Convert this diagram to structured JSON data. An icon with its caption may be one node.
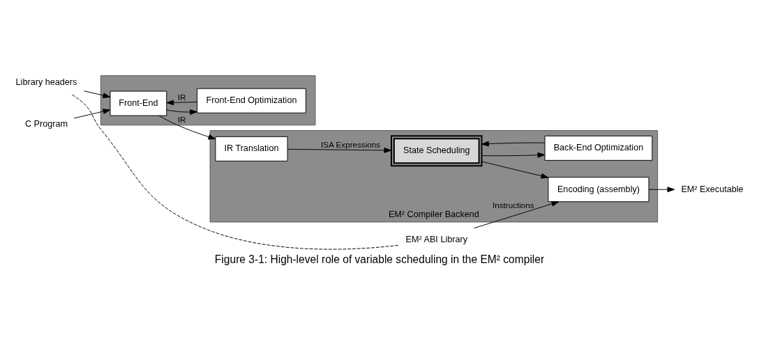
{
  "diagram": {
    "caption": "Figure 3-1: High-level role of variable scheduling in the EM² compiler",
    "nodes": [
      {
        "text": [
          "Library headers"
        ]
      },
      {
        "text": [
          "C Program"
        ]
      },
      {
        "text": [],
        "shape": "box"
      },
      {
        "text": [
          "Front-End"
        ],
        "in": 2
      },
      {
        "text": [
          "Front-End Optimization"
        ],
        "in": 2
      },
      {
        "text": [
          "EM² Compiler Backend"
        ]
      },
      {
        "text": [
          "IR Translation"
        ],
        "in": 5
      },
      {
        "text": [
          "State Scheduling"
        ],
        "in": 5
      },
      {
        "text": [
          "Back-End Optimization"
        ],
        "in": 5
      },
      {
        "text": [
          "Encoding (assembly)"
        ],
        "in": 5
      },
      {
        "text": [
          "EM² ABI Library"
        ]
      },
      {
        "text": [
          "EM² Executable"
        ]
      }
    ],
    "edges": [
      {
        "from": 0,
        "to": 3,
        "arrow": "to"
      },
      {
        "from": 1,
        "to": 3,
        "arrow": "to"
      },
      {
        "from": 3,
        "to": 6,
        "arrow": "to",
        "label": "IR"
      },
      {
        "from": 3,
        "to": 4,
        "arrow": "to"
      },
      {
        "from": 4,
        "to": 3,
        "arrow": "to",
        "label": "IR"
      },
      {
        "from": 6,
        "to": 7,
        "arrow": "to",
        "label": "ISA Expressions"
      },
      {
        "from": 7,
        "to": 8,
        "arrow": "to"
      },
      {
        "from": 8,
        "to": 7,
        "arrow": "to"
      },
      {
        "from": 7,
        "to": 9,
        "arrow": "to"
      },
      {
        "from": 10,
        "to": 9,
        "arrow": "to",
        "label": "Instructions"
      },
      {
        "from": 9,
        "to": 11,
        "arrow": "to"
      },
      {
        "from": 0,
        "to": 10,
        "arrow": "none",
        "style": "dashed"
      }
    ]
  }
}
